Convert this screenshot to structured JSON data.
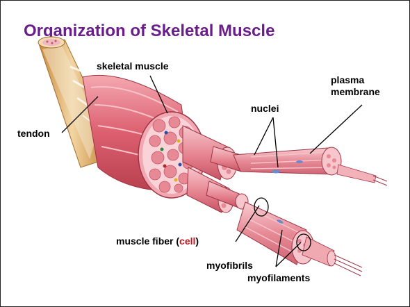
{
  "slide": {
    "title": "Organization of Skeletal Muscle"
  },
  "labels": {
    "skeletal_muscle": "skeletal muscle",
    "tendon": "tendon",
    "nuclei": "nuclei",
    "plasma_line1": "plasma",
    "plasma_line2": "membrane",
    "fiber_prefix": "muscle fiber (",
    "fiber_cell": "cell",
    "fiber_suffix": ")",
    "myofibrils": "myofibrils",
    "myofilaments": "myofilaments"
  },
  "colors": {
    "title": "#6a1e8a",
    "cell_highlight": "#c8141e",
    "muscle": "#e2737f",
    "muscle_light": "#f6c3c9",
    "tendon": "#d9a460"
  }
}
